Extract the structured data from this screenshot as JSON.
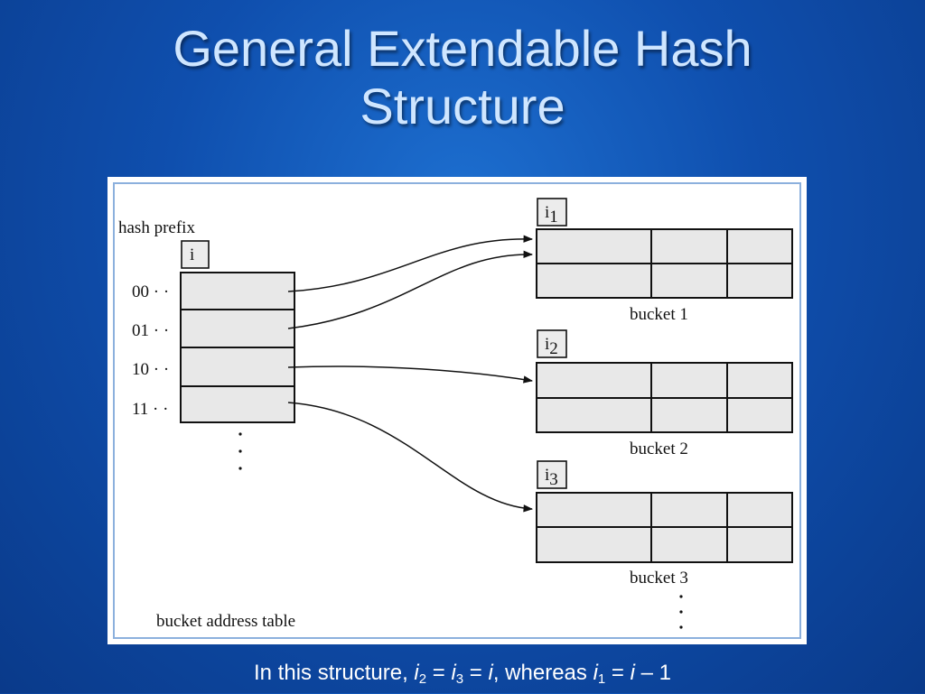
{
  "slide": {
    "title_line1": "General Extendable Hash",
    "title_line2": "Structure"
  },
  "diagram": {
    "hash_prefix_label": "hash prefix",
    "global_depth": "i",
    "prefixes": [
      "00 · ·",
      "01 · ·",
      "10 · ·",
      "11 · ·"
    ],
    "table_label": "bucket address table",
    "buckets": [
      {
        "depth_base": "i",
        "depth_sub": "1",
        "label": "bucket 1"
      },
      {
        "depth_base": "i",
        "depth_sub": "2",
        "label": "bucket 2"
      },
      {
        "depth_base": "i",
        "depth_sub": "3",
        "label": "bucket 3"
      }
    ],
    "pointers": [
      {
        "from_prefix": "00 · ·",
        "to_bucket": "bucket 1"
      },
      {
        "from_prefix": "01 · ·",
        "to_bucket": "bucket 1"
      },
      {
        "from_prefix": "10 · ·",
        "to_bucket": "bucket 2"
      },
      {
        "from_prefix": "11 · ·",
        "to_bucket": "bucket 3"
      }
    ]
  },
  "caption": {
    "lead": "In this structure, ",
    "i2": "i",
    "i2_sub": "2",
    "eq1": " = ",
    "i3": "i",
    "i3_sub": "3",
    "eq2": " = ",
    "i": "i",
    "mid": ", whereas ",
    "i1": "i",
    "i1_sub": "1",
    "eq3": " = ",
    "i_b": "i",
    "tail": " – 1"
  },
  "colors": {
    "background": "#0f4fae",
    "title": "#cfe6ff",
    "caption": "#ffffff",
    "frame_border": "#8cb0dd",
    "cell_fill": "#e8e8e8"
  }
}
